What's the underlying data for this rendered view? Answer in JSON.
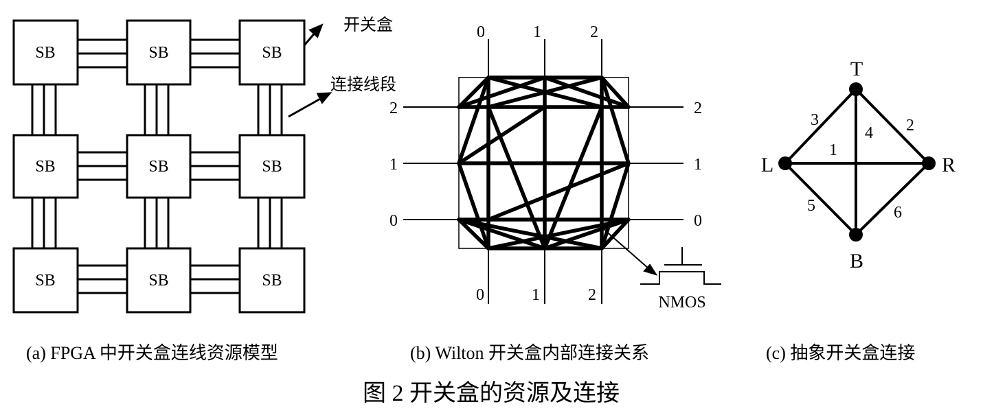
{
  "figure": {
    "title": "图 2   开关盒的资源及连接",
    "panel_a": {
      "caption": "(a)   FPGA 中开关盒连线资源模型",
      "block_label": "SB",
      "callout_switch_box": "开关盒",
      "callout_segment": "连接线段"
    },
    "panel_b": {
      "caption": "(b)   Wilton 开关盒内部连接关系",
      "top_labels": [
        "0",
        "1",
        "2"
      ],
      "bottom_labels": [
        "0",
        "1",
        "2"
      ],
      "left_labels": [
        "2",
        "1",
        "0"
      ],
      "right_labels": [
        "2",
        "1",
        "0"
      ],
      "nmos_label": "NMOS"
    },
    "panel_c": {
      "caption": "(c)   抽象开关盒连接",
      "nodes": [
        "T",
        "L",
        "R",
        "B"
      ],
      "edge_labels": [
        "3",
        "2",
        "4",
        "1",
        "5",
        "6"
      ]
    }
  }
}
